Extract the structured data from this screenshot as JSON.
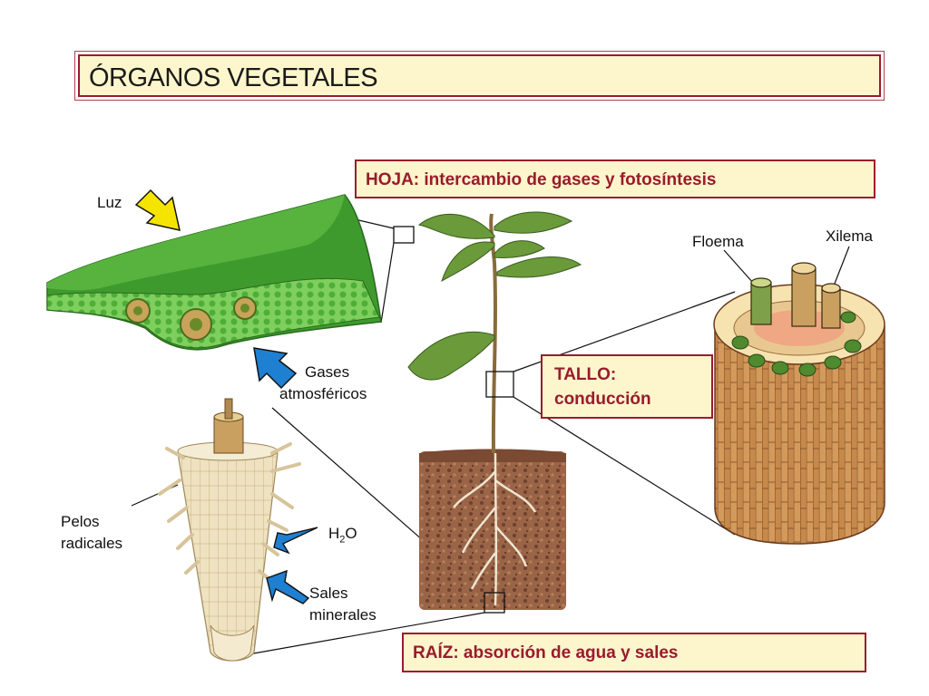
{
  "title": "ÓRGANOS VEGETALES",
  "boxes": {
    "hoja": "HOJA: intercambio de gases y fotosíntesis",
    "tallo_1": "TALLO:",
    "tallo_2": "conducción",
    "raiz": "RAÍZ: absorción de agua y sales"
  },
  "labels": {
    "luz": "Luz",
    "gases_1": "Gases",
    "gases_2": "atmosféricos",
    "floema": "Floema",
    "xilema": "Xilema",
    "pelos_1": "Pelos",
    "pelos_2": "radicales",
    "h2o_h": "H",
    "h2o_sub": "2",
    "h2o_o": "O",
    "sales_1": "Sales",
    "sales_2": "minerales"
  },
  "colors": {
    "title_border": "#9a1b2d",
    "box_fill": "#fdf6cc",
    "leaf_green": "#3f9a2e",
    "arrow_yellow": "#f5e400",
    "arrow_blue": "#1f7fd0",
    "soil": "#8a5a3c",
    "stem_wood": "#c98a4a"
  }
}
